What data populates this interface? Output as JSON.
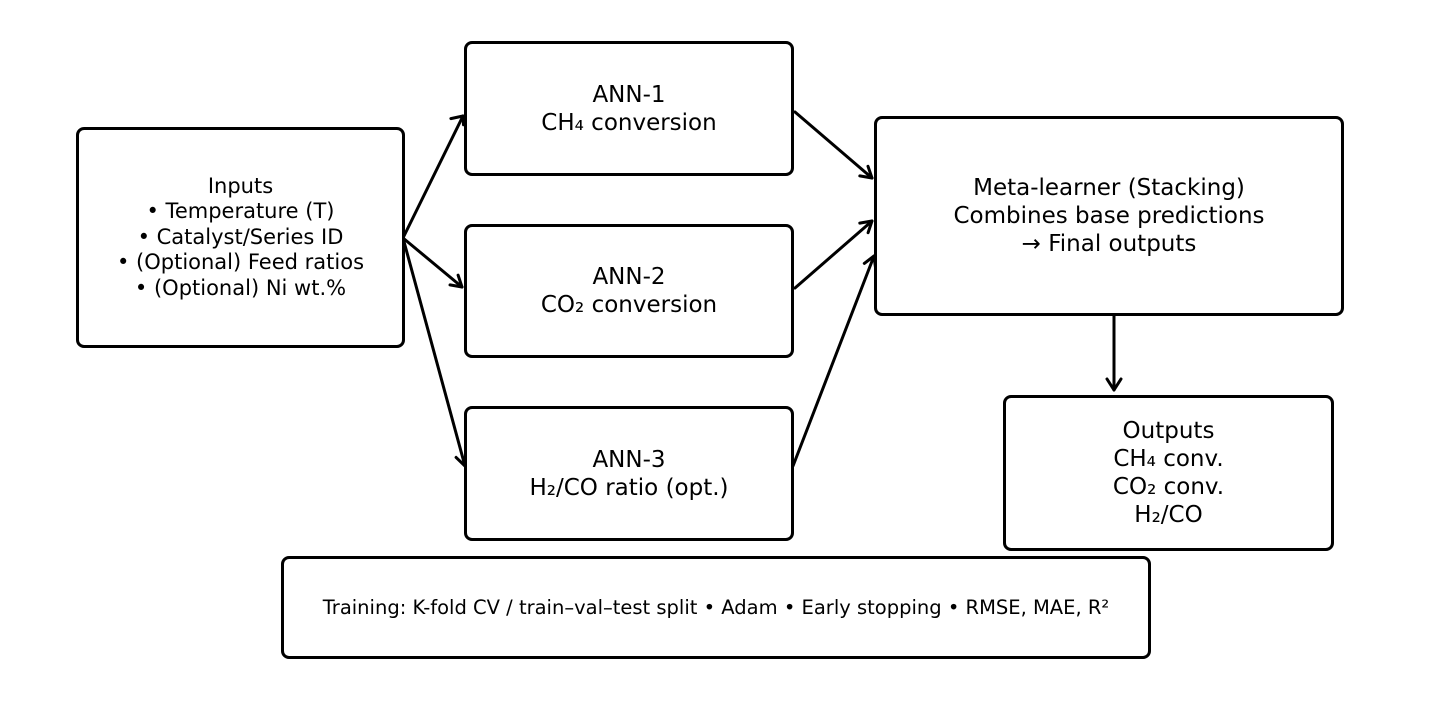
{
  "inputs": {
    "title": "Inputs",
    "items": [
      "• Temperature (T)",
      "• Catalyst/Series ID",
      "• (Optional) Feed ratios",
      "• (Optional) Ni wt.%"
    ]
  },
  "ann1": {
    "title": "ANN-1",
    "subtitle": "CH₄ conversion"
  },
  "ann2": {
    "title": "ANN-2",
    "subtitle": "CO₂ conversion"
  },
  "ann3": {
    "title": "ANN-3",
    "subtitle": "H₂/CO ratio (opt.)"
  },
  "meta": {
    "lines": [
      "Meta-learner (Stacking)",
      "Combines base predictions",
      "→ Final outputs"
    ]
  },
  "outputs": {
    "title": "Outputs",
    "items": [
      "CH₄ conv.",
      "CO₂ conv.",
      "H₂/CO"
    ]
  },
  "training": {
    "text": "Training: K-fold CV / train–val–test split • Adam • Early stopping • RMSE, MAE, R²"
  },
  "colors": {
    "stroke": "#000000",
    "background": "#ffffff"
  }
}
